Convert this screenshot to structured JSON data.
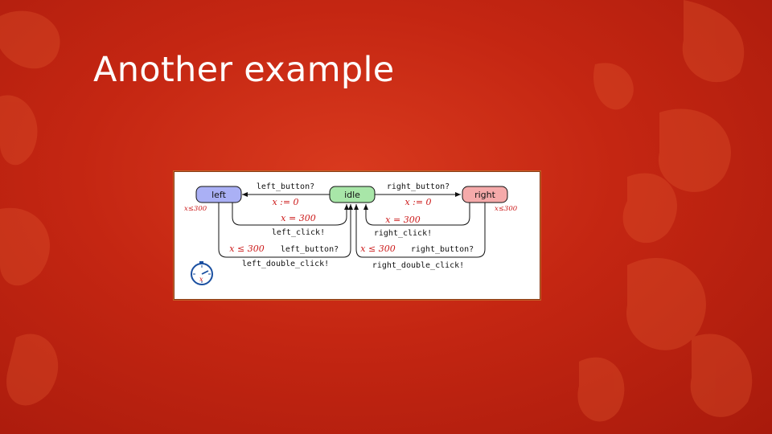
{
  "slide": {
    "title": "Another example"
  },
  "diagram": {
    "states": [
      {
        "id": "left",
        "label": "left",
        "fill": "#aab0f5",
        "invariant": "x≤300"
      },
      {
        "id": "idle",
        "label": "idle",
        "fill": "#a8e6a8"
      },
      {
        "id": "right",
        "label": "right",
        "fill": "#f5aaaa",
        "invariant": "x≤300"
      }
    ],
    "edges": {
      "idle_to_left": {
        "action": "left_button?",
        "update": "x := 0"
      },
      "idle_to_right": {
        "action": "right_button?",
        "update": "x := 0"
      },
      "left_to_idle_click": {
        "guard": "x = 300",
        "action": "left_click!"
      },
      "right_to_idle_click": {
        "guard": "x = 300",
        "action": "right_click!"
      },
      "left_to_idle_double": {
        "guard": "x ≤ 300",
        "trigger": "left_button?",
        "action": "left_double_click!"
      },
      "right_to_idle_double": {
        "guard": "x ≤ 300",
        "trigger": "right_button?",
        "action": "right_double_click!"
      }
    },
    "clock_icon": "stopwatch-icon",
    "clock_label": "x"
  },
  "colors": {
    "guard_text": "#cc1a1a",
    "panel_border": "#8a3a14"
  }
}
